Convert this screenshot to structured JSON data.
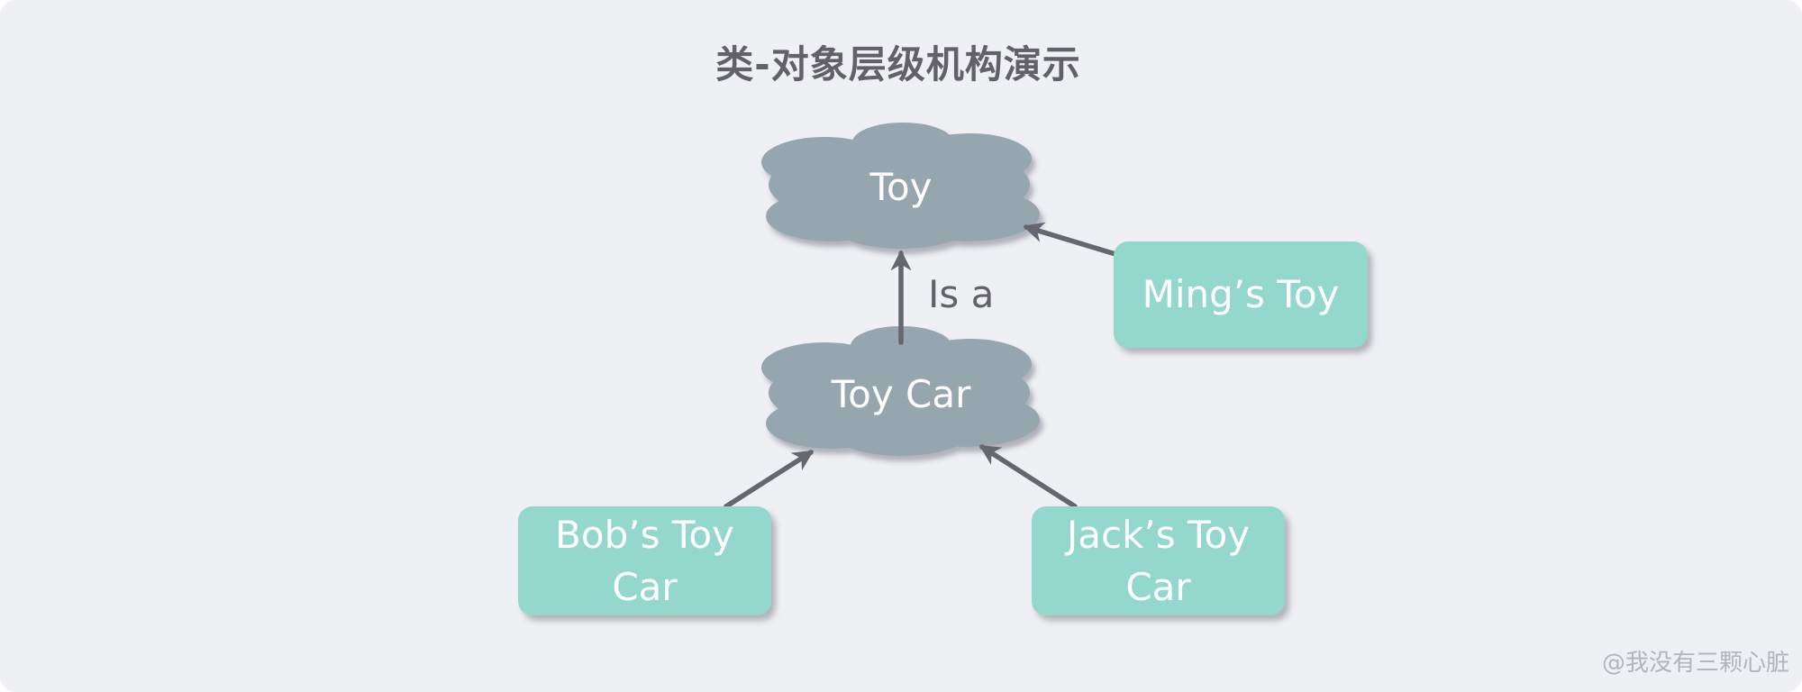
{
  "title": "类-对象层级机构演示",
  "colors": {
    "background": "#eef0f4",
    "class_node": "#96a6ae",
    "instance_node": "#94d8cd",
    "arrow": "#66666e",
    "title_text": "#616167",
    "node_text": "#ffffff",
    "watermark": "#b4b4bc"
  },
  "nodes": {
    "toy": {
      "label": "Toy",
      "shape": "cloud"
    },
    "toy_car": {
      "label": "Toy Car",
      "shape": "cloud"
    },
    "mings_toy": {
      "label": "Ming’s Toy",
      "shape": "rounded-rect"
    },
    "bobs_toy_car": {
      "label_line1": "Bob’s Toy",
      "label_line2": "Car",
      "shape": "rounded-rect"
    },
    "jacks_toy_car": {
      "label_line1": "Jack’s Toy",
      "label_line2": "Car",
      "shape": "rounded-rect"
    }
  },
  "edges": [
    {
      "from": "toy_car",
      "to": "toy",
      "label": "Is a"
    },
    {
      "from": "mings_toy",
      "to": "toy",
      "label": ""
    },
    {
      "from": "bobs_toy_car",
      "to": "toy_car",
      "label": ""
    },
    {
      "from": "jacks_toy_car",
      "to": "toy_car",
      "label": ""
    }
  ],
  "watermark": "@我没有三颗心脏"
}
